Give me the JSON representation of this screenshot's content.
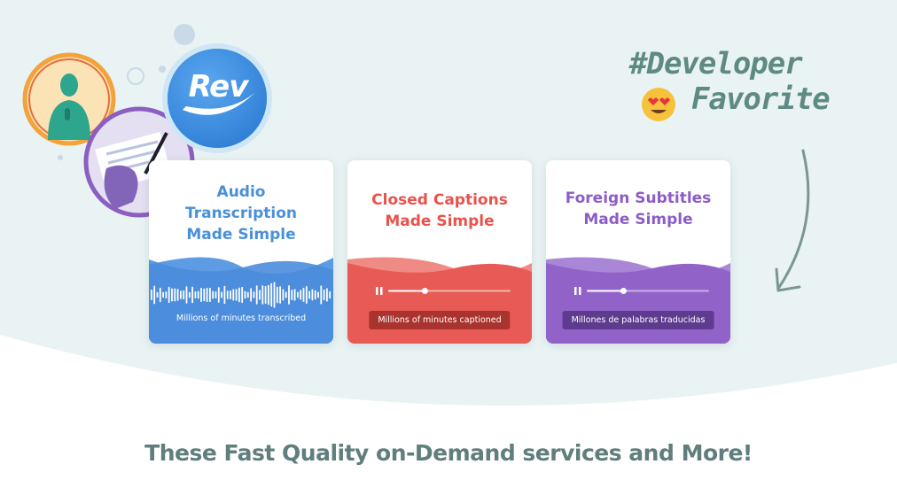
{
  "logo": {
    "text": "Rev",
    "icon": "rev-logo-icon"
  },
  "headline": {
    "line1": "#Developer",
    "line2": "Favorite",
    "emoji": "heart-eyes-emoji"
  },
  "cards": [
    {
      "title_lines": [
        "Audio",
        "Transcription",
        "Made Simple"
      ],
      "caption": "Millions of minutes transcribed",
      "color": "#4a90d9"
    },
    {
      "title_lines": [
        "Closed Captions",
        "Made Simple"
      ],
      "caption": "Millions of minutes captioned",
      "color": "#e85a55",
      "progress": 0.3
    },
    {
      "title_lines": [
        "Foreign Subtitles",
        "Made Simple"
      ],
      "caption": "Millones de palabras traducidas",
      "color": "#9163c9",
      "progress": 0.3
    }
  ],
  "tagline": "These Fast Quality on-Demand services and More!",
  "colors": {
    "background": "#e9f3f3",
    "accent_teal": "#5f8a84",
    "tagline": "#5f7e7c"
  }
}
